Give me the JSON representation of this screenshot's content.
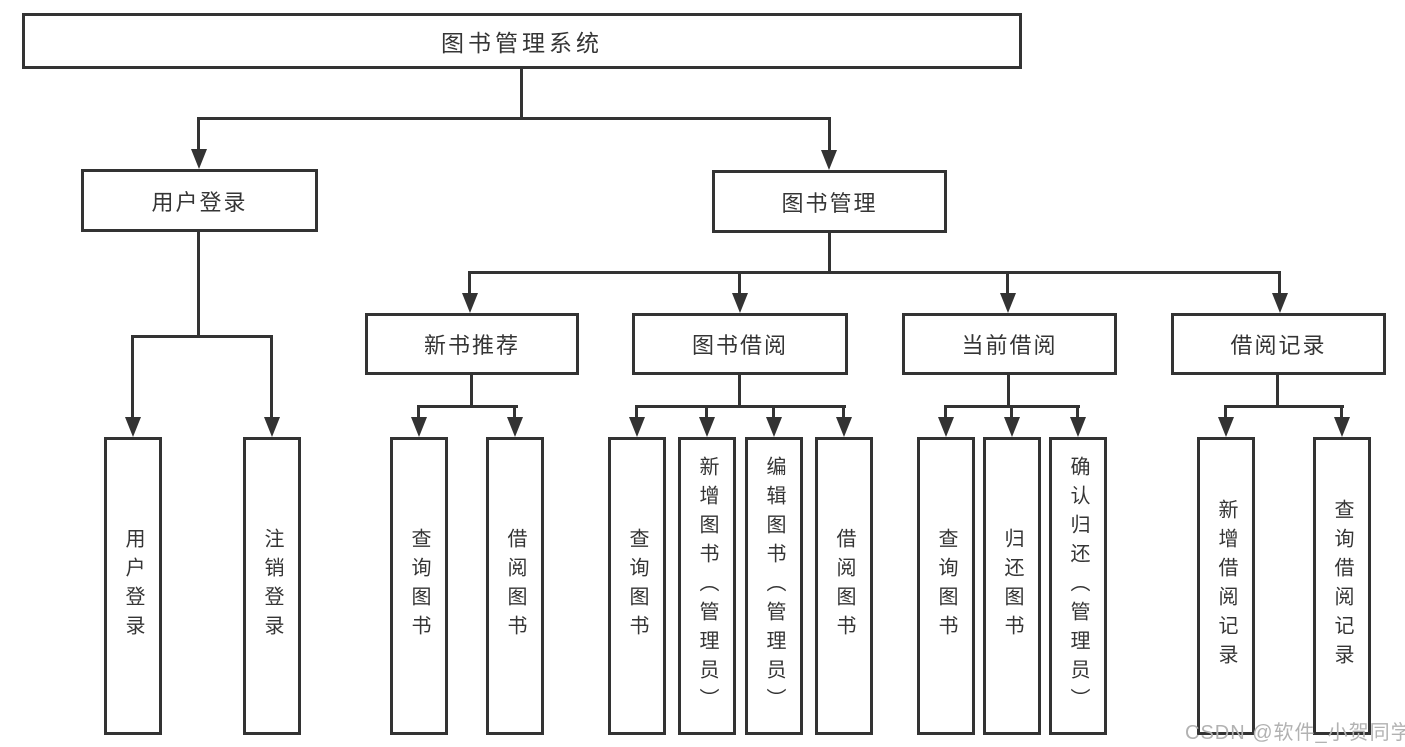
{
  "diagram": {
    "root": {
      "label": "图书管理系统"
    },
    "level2": [
      {
        "id": "user-login",
        "label": "用户登录"
      },
      {
        "id": "book-management",
        "label": "图书管理"
      }
    ],
    "level3": [
      {
        "id": "new-book-recommendation",
        "parent": "图书管理",
        "label": "新书推荐"
      },
      {
        "id": "book-borrowing",
        "parent": "图书管理",
        "label": "图书借阅"
      },
      {
        "id": "current-borrowing",
        "parent": "图书管理",
        "label": "当前借阅"
      },
      {
        "id": "borrowing-records",
        "parent": "图书管理",
        "label": "借阅记录"
      }
    ],
    "leaves": [
      {
        "parent": "用户登录",
        "label": "用户登录"
      },
      {
        "parent": "用户登录",
        "label": "注销登录"
      },
      {
        "parent": "新书推荐",
        "label": "查询图书"
      },
      {
        "parent": "新书推荐",
        "label": "借阅图书"
      },
      {
        "parent": "图书借阅",
        "label": "查询图书"
      },
      {
        "parent": "图书借阅",
        "label": "新增图书（管理员）"
      },
      {
        "parent": "图书借阅",
        "label": "编辑图书（管理员）"
      },
      {
        "parent": "图书借阅",
        "label": "借阅图书"
      },
      {
        "parent": "当前借阅",
        "label": "查询图书"
      },
      {
        "parent": "当前借阅",
        "label": "归还图书"
      },
      {
        "parent": "当前借阅",
        "label": "确认归还（管理员）"
      },
      {
        "parent": "借阅记录",
        "label": "新增借阅记录"
      },
      {
        "parent": "借阅记录",
        "label": "查询借阅记录"
      }
    ]
  },
  "watermark": {
    "text": "CSDN @软件_小贺同学"
  },
  "colors": {
    "line": "#333333",
    "box_border": "#333333",
    "box_fill": "#ffffff",
    "text": "#353535",
    "background": "#ffffff",
    "watermark": "#b2b2b2"
  }
}
